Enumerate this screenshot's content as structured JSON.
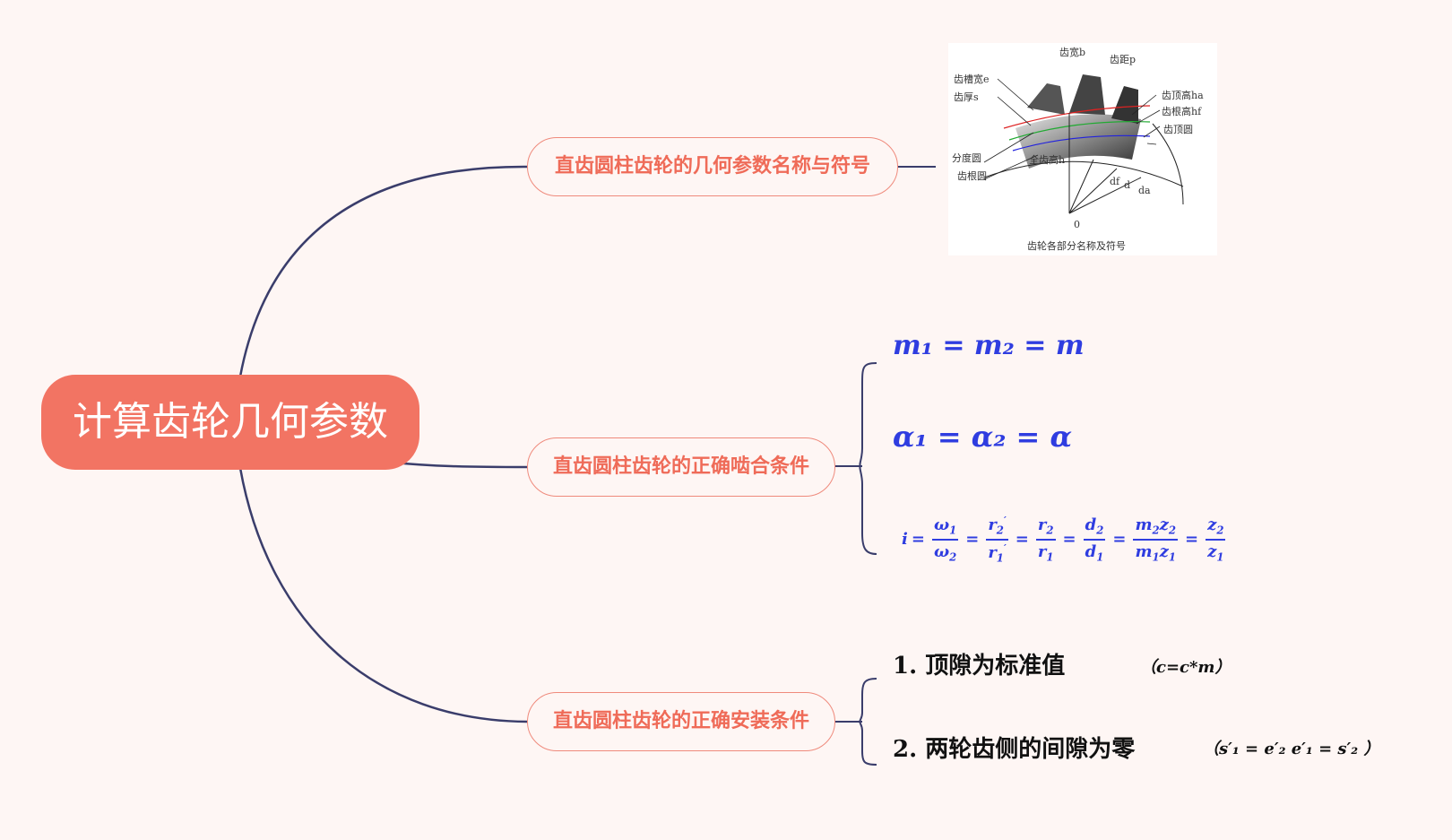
{
  "root": {
    "label": "计算齿轮几何参数"
  },
  "branches": [
    {
      "label": "直齿圆柱齿轮的几何参数名称与符号"
    },
    {
      "label": "直齿圆柱齿轮的正确啮合条件"
    },
    {
      "label": "直齿圆柱齿轮的正确安装条件"
    }
  ],
  "gear_figure": {
    "caption": "齿轮各部分名称及符号",
    "labels": {
      "tooth_width": "齿宽b",
      "pitch": "齿距p",
      "space_width": "齿槽宽e",
      "thickness": "齿厚s",
      "addendum": "齿顶高ha",
      "dedendum": "齿根高hf",
      "tip_circle": "齿顶圆",
      "reference_circle": "分度圆",
      "root_circle": "齿根圆",
      "whole_depth": "全齿高h",
      "df": "df",
      "d": "d",
      "da": "da",
      "origin": "0"
    }
  },
  "meshing_conditions": {
    "eq1": "m₁ = m₂ = m",
    "eq2": "α₁ = α₂ = α",
    "eq3_lhs": "i"
  },
  "install_conditions": {
    "c1": "1. 顶隙为标准值",
    "c1_note": "（c=c*m）",
    "c2": "2. 两轮齿侧的间隙为零",
    "c2_note": "（s′₁ = e′₂   e′₁ = s′₂ ）"
  },
  "colors": {
    "background": "#fef6f4",
    "root_fill": "#f27463",
    "branch_text": "#ef6b58",
    "connector": "#3a3d6b",
    "equation": "#2f3de0"
  }
}
